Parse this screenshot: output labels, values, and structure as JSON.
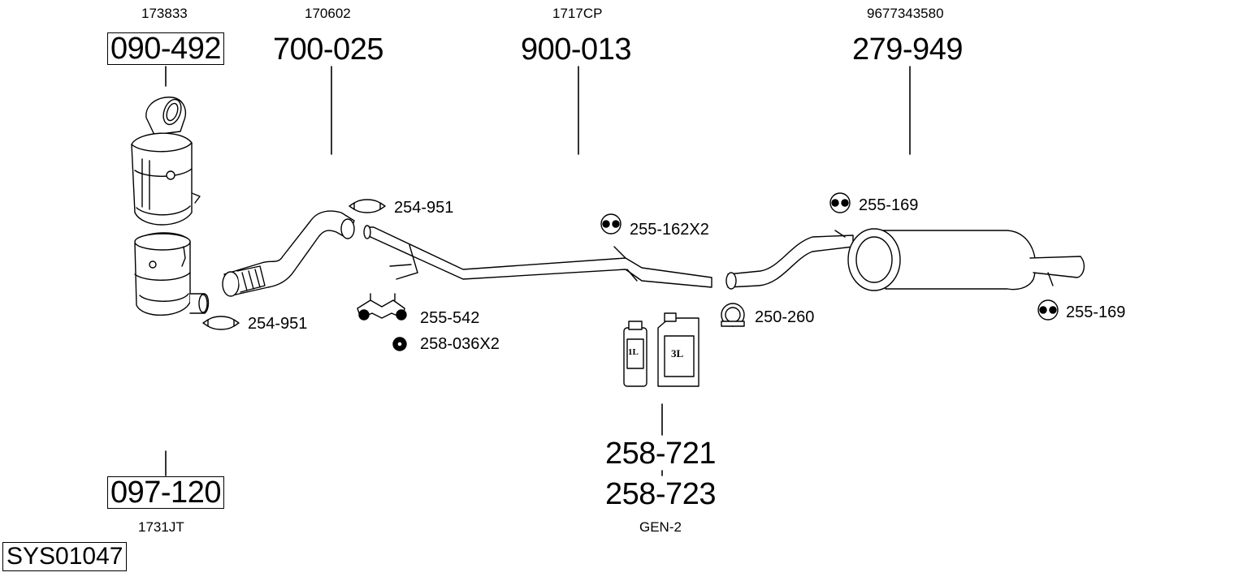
{
  "diagram": {
    "system_id": "SYS01047",
    "parts": [
      {
        "ref": "173833",
        "number": "090-492"
      },
      {
        "ref": "170602",
        "number": "700-025"
      },
      {
        "ref": "1717CP",
        "number": "900-013"
      },
      {
        "ref": "9677343580",
        "number": "279-949"
      },
      {
        "ref": "1731JT",
        "number": "097-120"
      }
    ],
    "fluids": {
      "number_1": "258-721",
      "number_2": "258-723",
      "ref": "GEN-2",
      "can_small": "1L",
      "can_large": "3L"
    },
    "accessories": {
      "clamp_front": "254-951",
      "clamp_mid": "254-951",
      "bracket": "255-542",
      "nut": "258-036X2",
      "hanger_mid": "255-162X2",
      "clamp_rear": "250-260",
      "hanger_rear_top": "255-169",
      "hanger_rear_right": "255-169"
    }
  }
}
